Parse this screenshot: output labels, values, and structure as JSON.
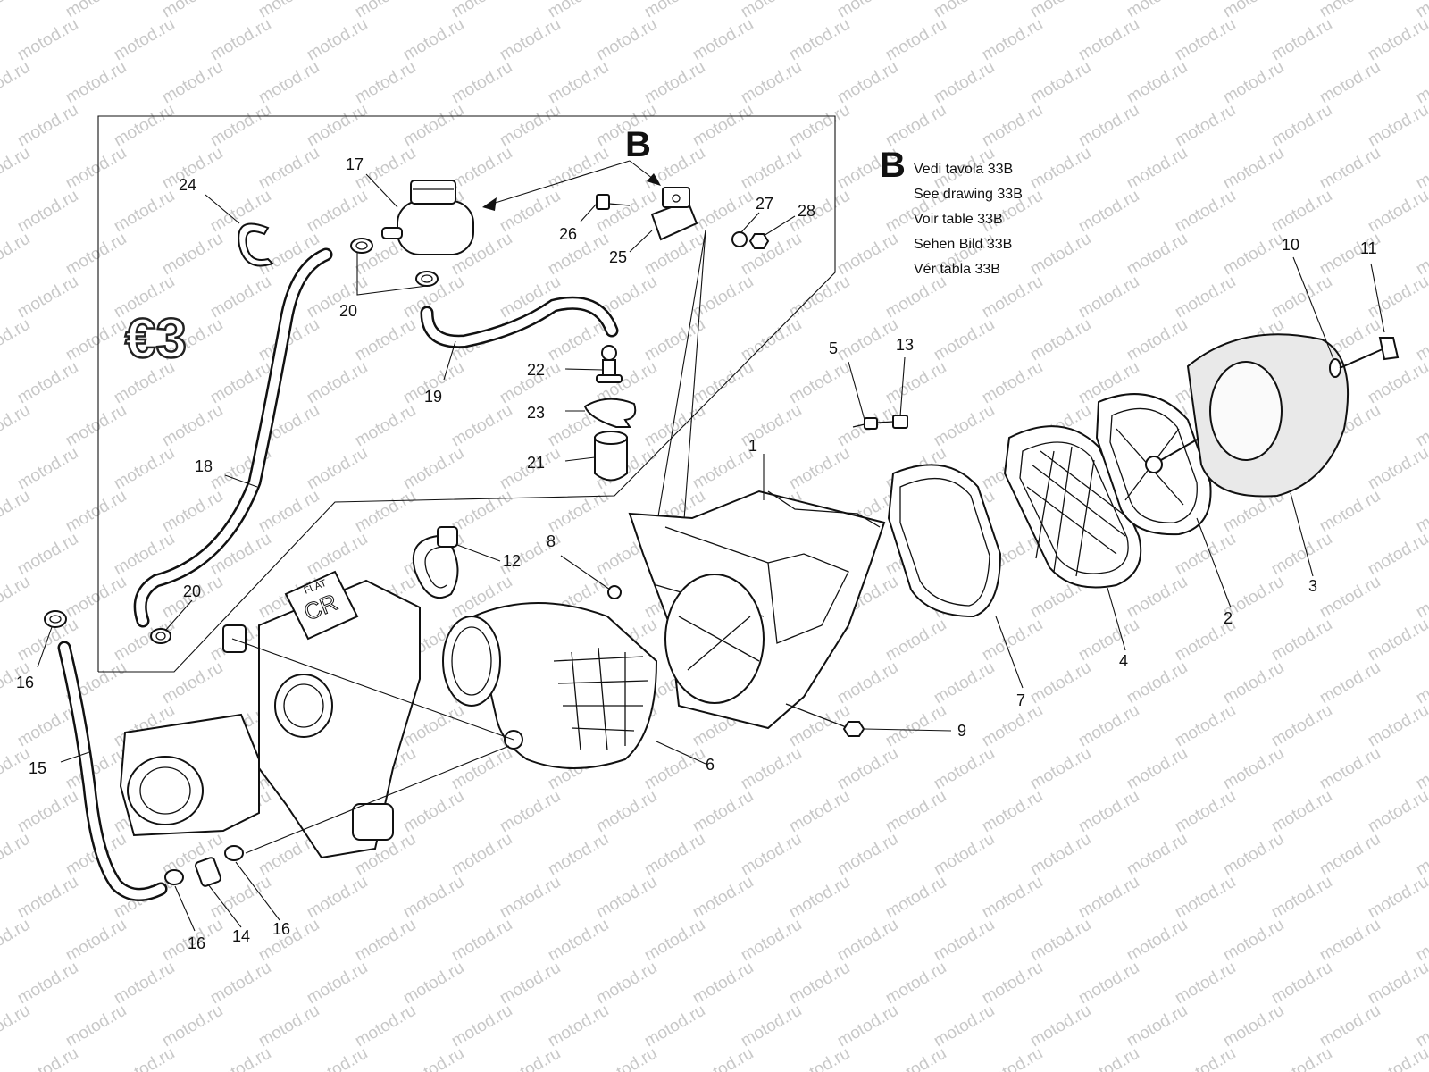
{
  "watermark": "motod.ru",
  "callout_letter": "B",
  "euro_mark": "€3",
  "legend": {
    "letter": "B",
    "lines": [
      "Vedi tavola 33B",
      "See drawing 33B",
      "Voir table 33B",
      "Sehen Bild 33B",
      "Vér tabla 33B"
    ]
  },
  "labels": [
    "1",
    "2",
    "3",
    "4",
    "5",
    "6",
    "7",
    "8",
    "9",
    "10",
    "11",
    "12",
    "13",
    "14",
    "15",
    "16",
    "17",
    "18",
    "19",
    "20",
    "21",
    "22",
    "23",
    "24",
    "25",
    "26",
    "27",
    "28"
  ],
  "label_16_b": "16",
  "label_16_c": "16",
  "label_20_b": "20",
  "carb_text": {
    "flat": "FLAT",
    "cr": "CR"
  }
}
